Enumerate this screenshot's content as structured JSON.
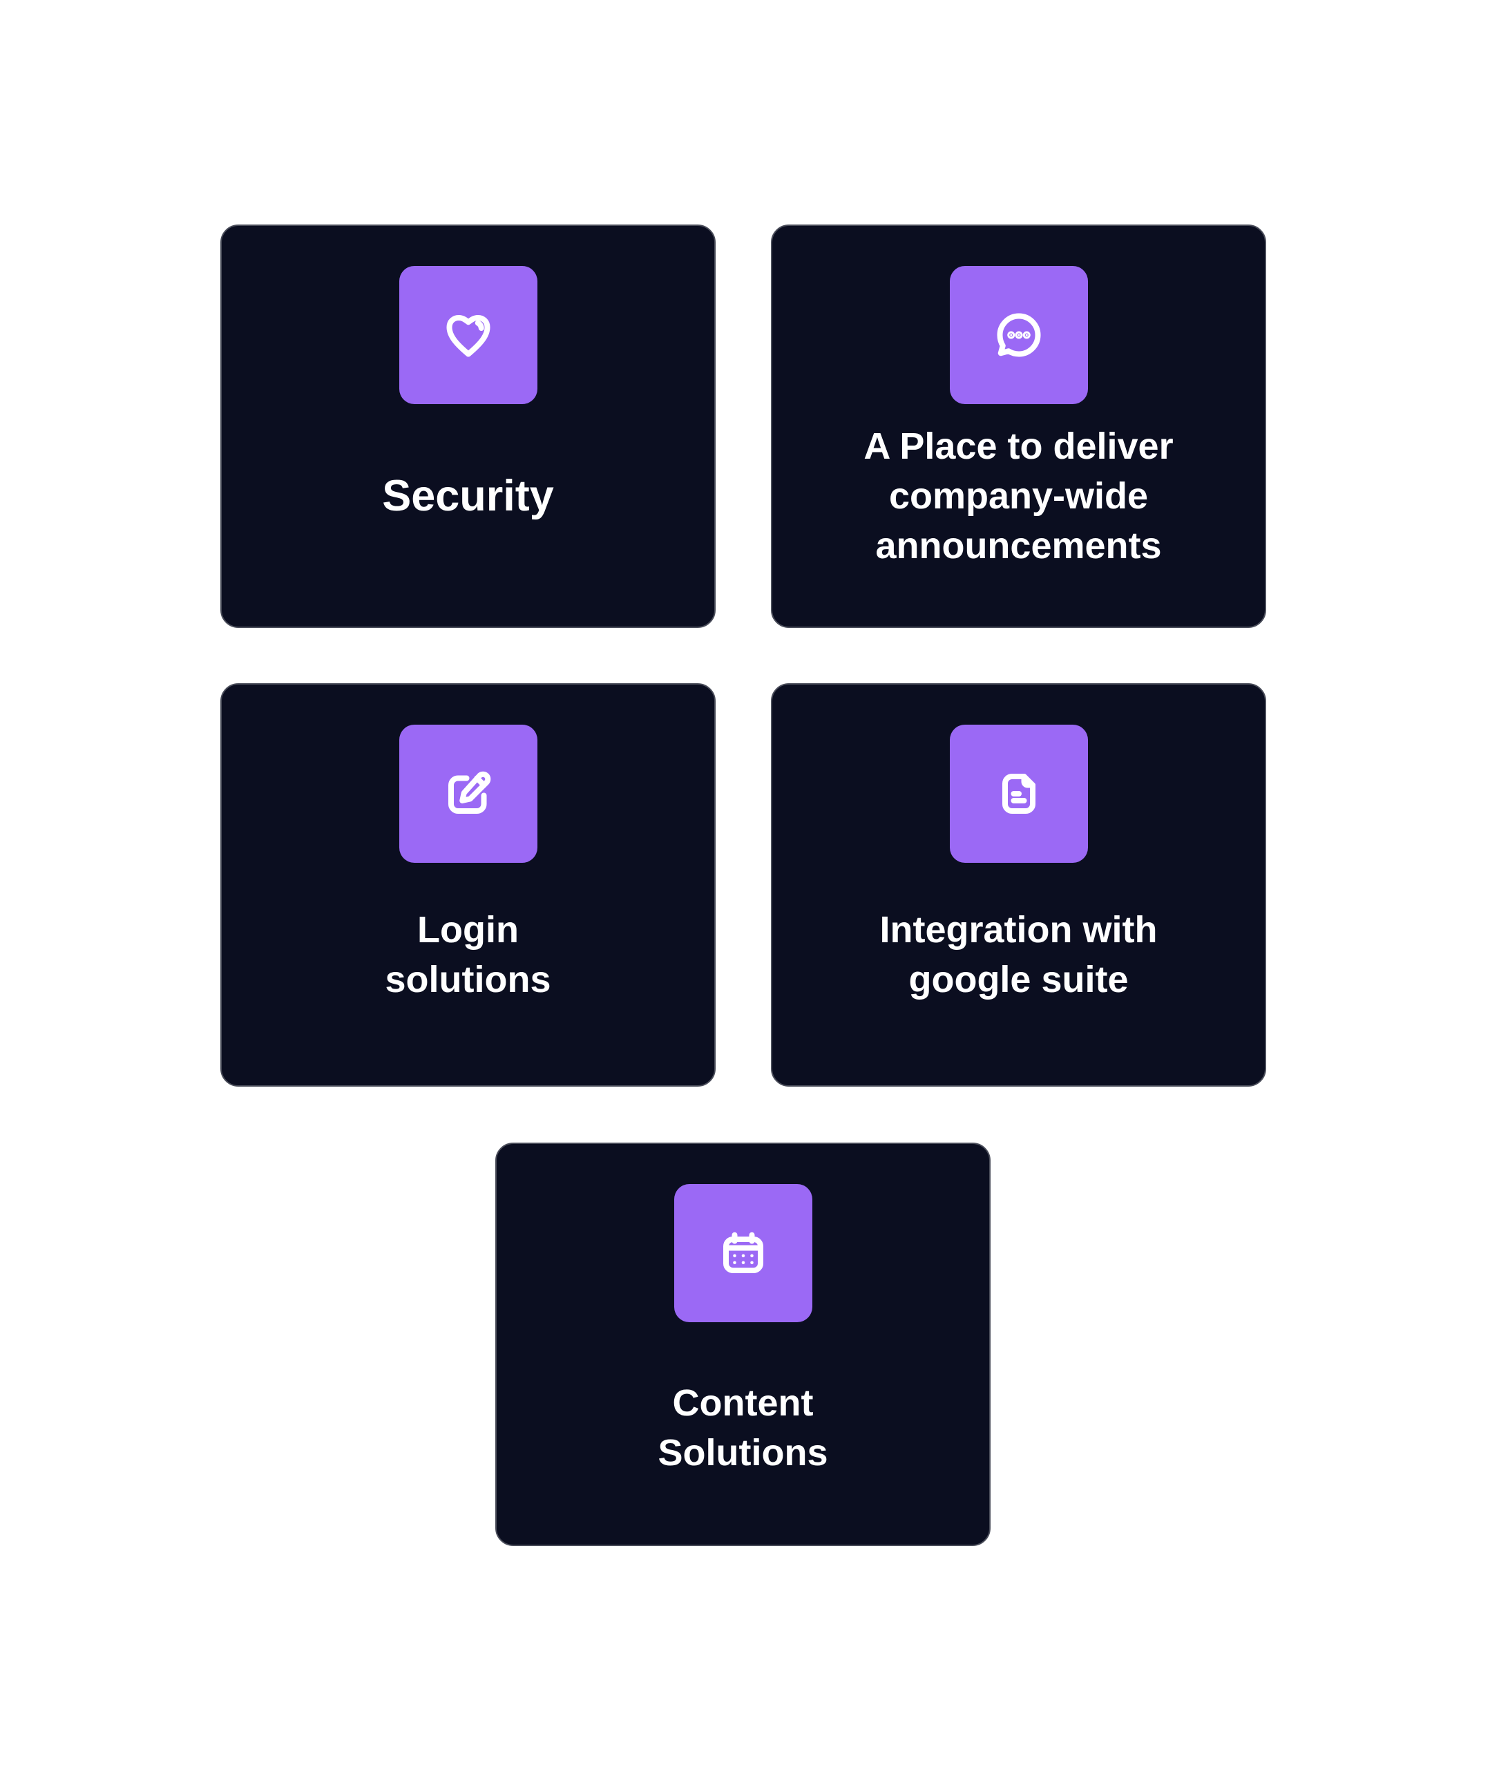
{
  "colors": {
    "card_bg": "#0b0e20",
    "card_border": "#4a4d5a",
    "accent": "#9b69f5",
    "text": "#ffffff"
  },
  "cards": [
    {
      "icon": "heart-icon",
      "title": "Security"
    },
    {
      "icon": "chat-bubble-icon",
      "title": "A Place to deliver company-wide announcements"
    },
    {
      "icon": "edit-icon",
      "title": "Login solutions"
    },
    {
      "icon": "file-icon",
      "title": "Integration with google suite"
    },
    {
      "icon": "calendar-icon",
      "title": "Content Solutions"
    }
  ]
}
